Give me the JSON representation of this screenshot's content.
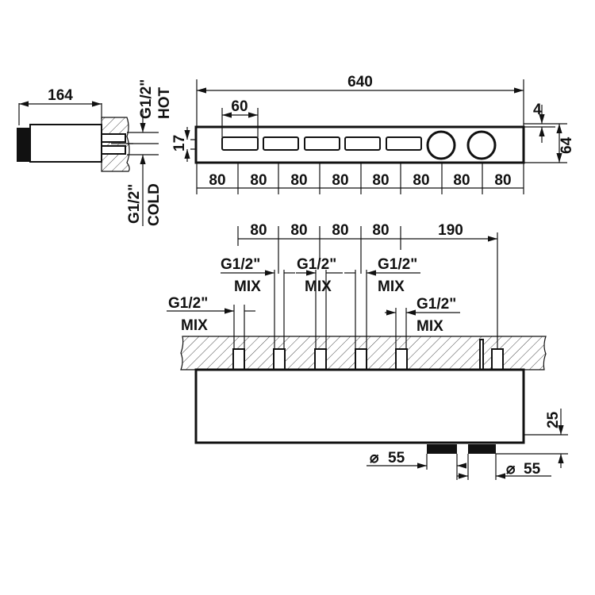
{
  "side_view": {
    "width_dim": "164",
    "hot_thread": "G1/2\"",
    "hot_label": "HOT",
    "cold_thread": "G1/2\"",
    "cold_label": "COLD",
    "spacing_dim": "17"
  },
  "front_view": {
    "total_dim": "640",
    "slot_dim": "60",
    "pitch_dims": [
      "80",
      "80",
      "80",
      "80",
      "80",
      "80",
      "80",
      "80"
    ],
    "offset_dim": "4",
    "height_dim": "64"
  },
  "top_view": {
    "pitch_dims": [
      "80",
      "80",
      "80",
      "80"
    ],
    "end_dim": "190",
    "outlets": [
      {
        "thread": "G1/2\"",
        "label": "MIX"
      },
      {
        "thread": "G1/2\"",
        "label": "MIX"
      },
      {
        "thread": "G1/2\"",
        "label": "MIX"
      },
      {
        "thread": "G1/2\"",
        "label": "MIX"
      },
      {
        "thread": "G1/2\"",
        "label": "MIX"
      }
    ],
    "knob_dia_left": "55",
    "knob_dia_right": "55",
    "depth_dim": "25",
    "diameter_symbol": "⌀"
  }
}
